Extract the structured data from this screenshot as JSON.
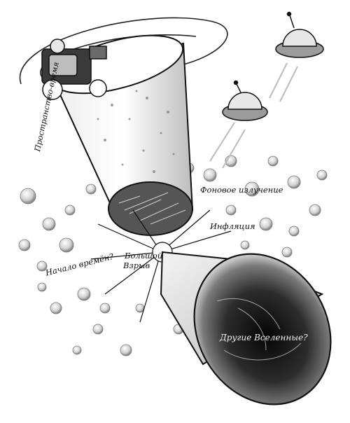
{
  "labels": {
    "spacetime": "Пространство-время",
    "background_radiation": "Фоновое излучение",
    "inflation": "Инфляция",
    "big_bang_line1": "Большой",
    "big_bang_line2": "Взрыв",
    "beginning_of_time": "Начало времён?",
    "other_universes": "Другие Вселенные?"
  },
  "colors": {
    "ink": "#111111",
    "paper": "#ffffff",
    "shade": "#9a9a9a",
    "dark": "#2a2a2a"
  },
  "icons": [
    "person-in-wheelchair-icon",
    "flying-saucer-icon",
    "bubble-universe-icon",
    "cone-funnel-icon"
  ]
}
